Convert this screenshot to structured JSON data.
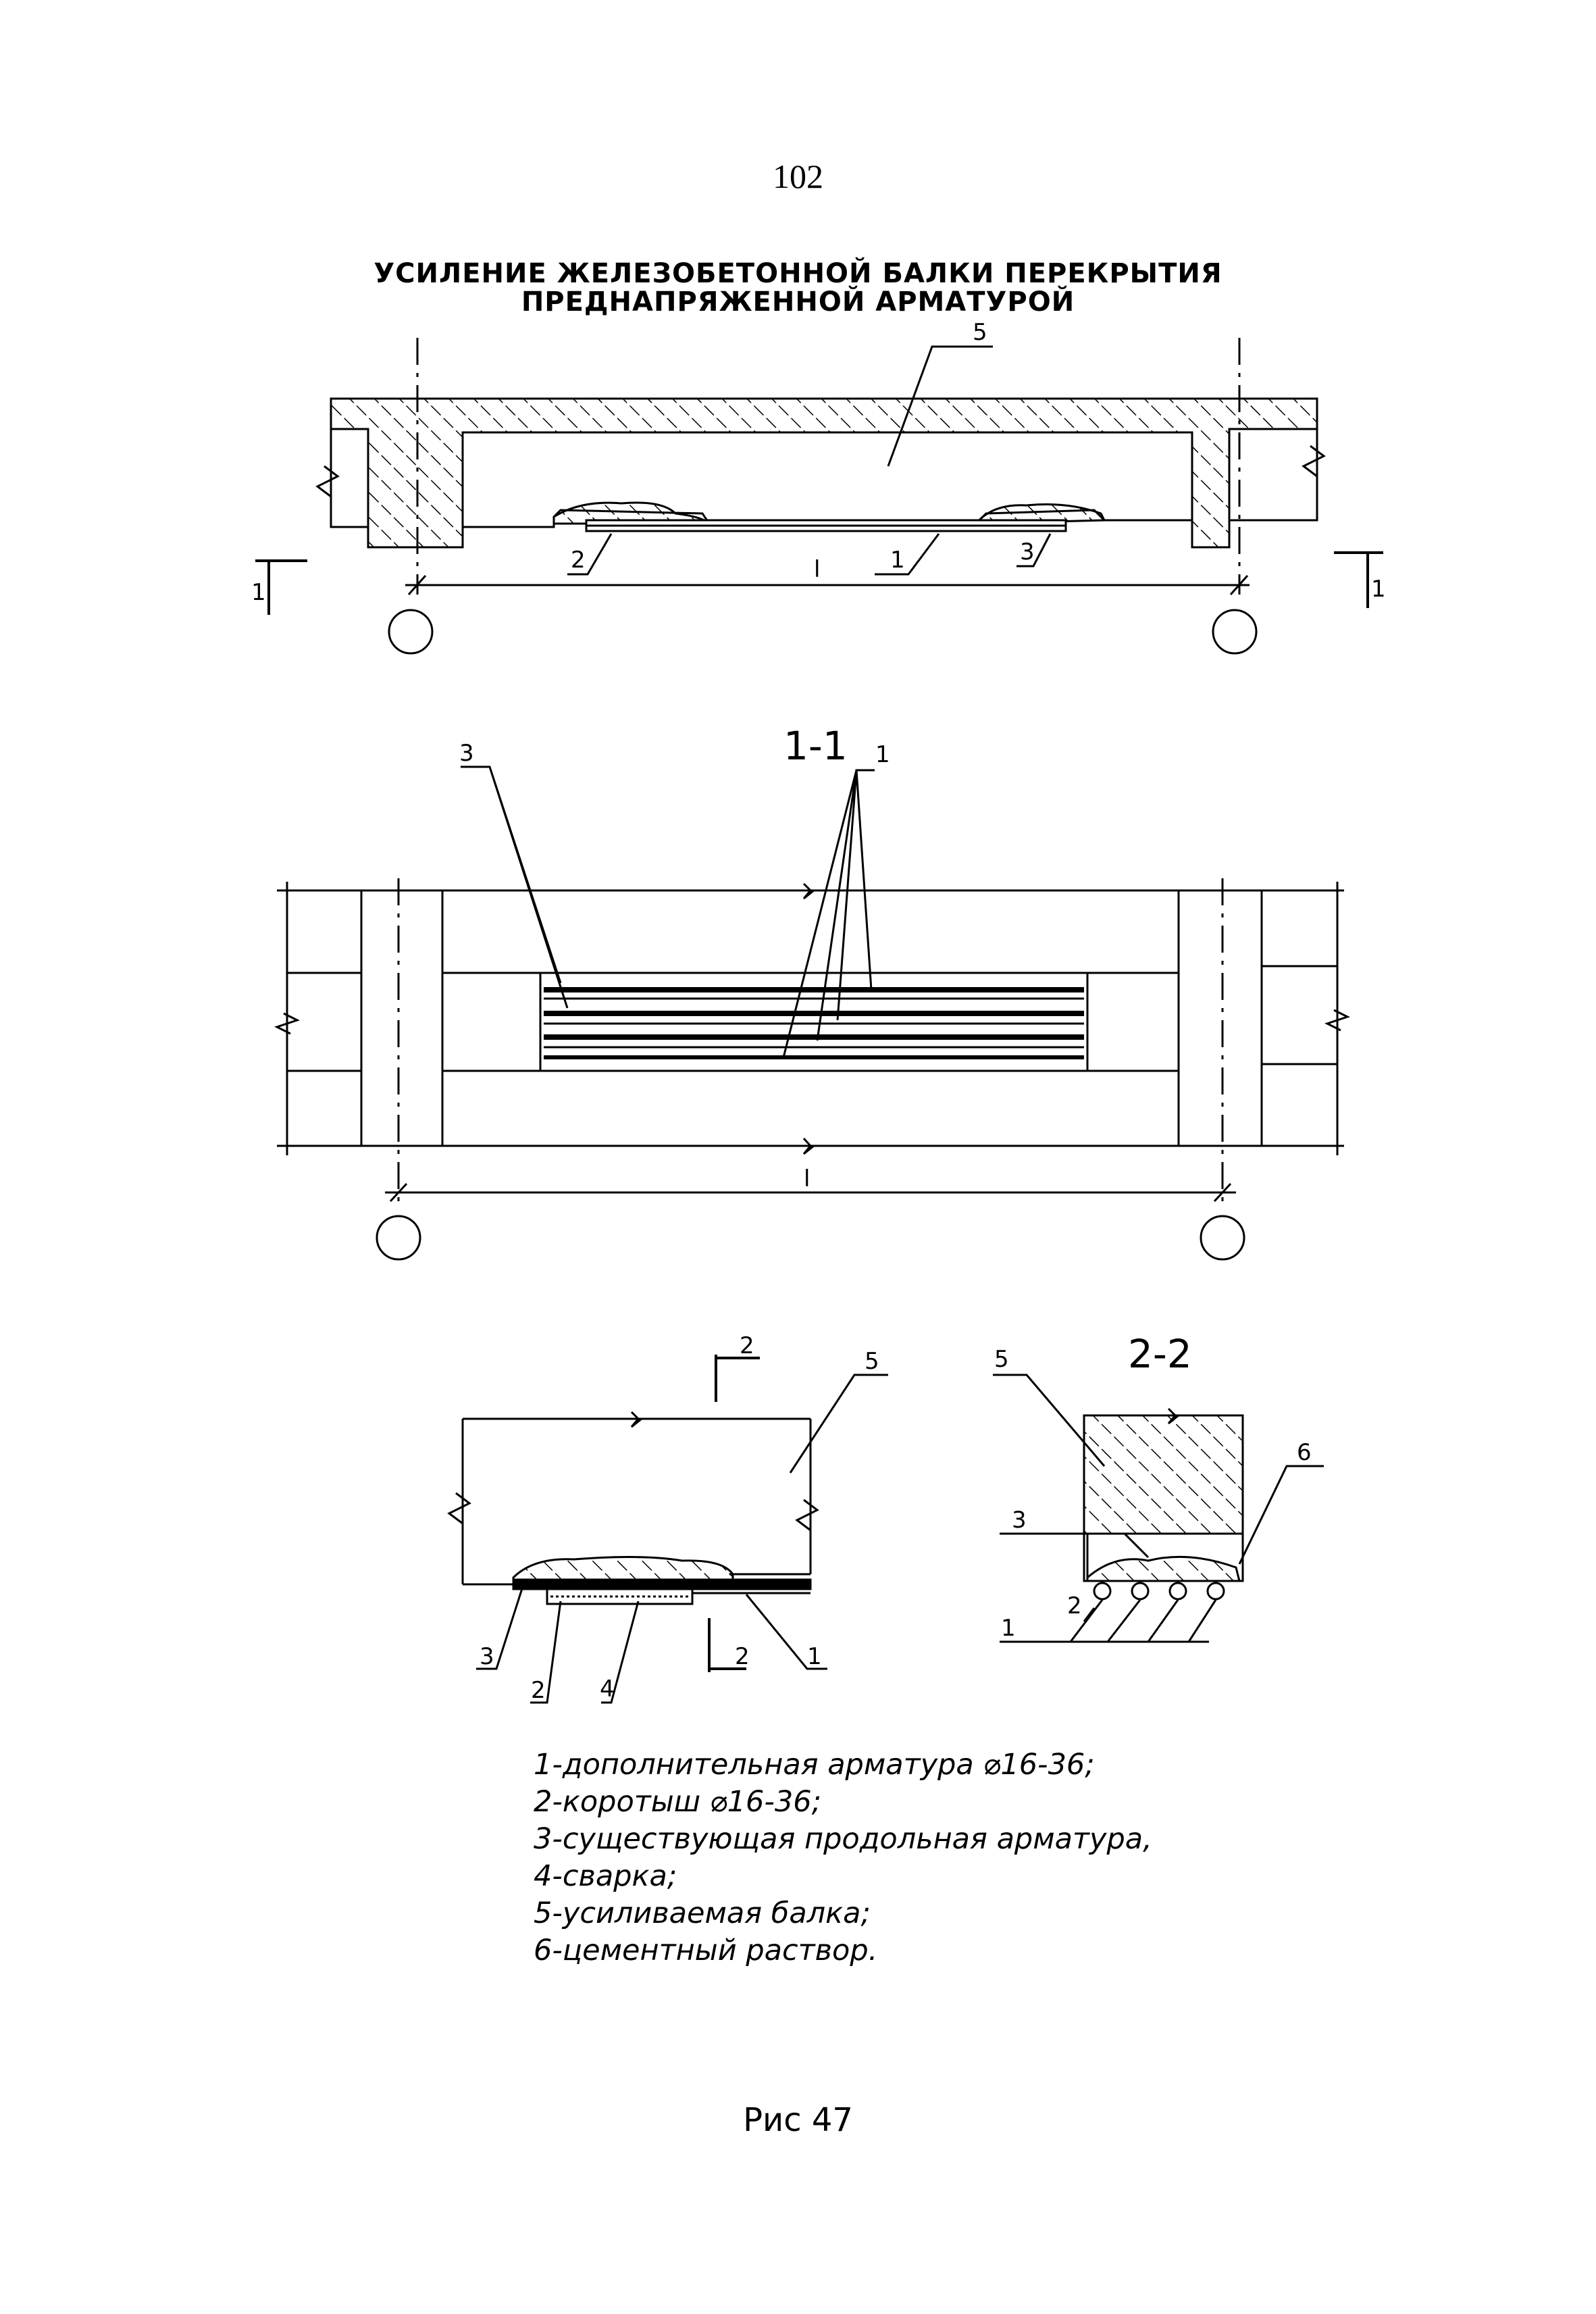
{
  "page_number": "102",
  "title": {
    "line1": "УСИЛЕНИЕ ЖЕЛЕЗОБЕТОННОЙ БАЛКИ ПЕРЕКРЫТИЯ",
    "line2": "ПРЕДНАПРЯЖЕННОЙ АРМАТУРОЙ"
  },
  "elevation": {
    "callouts": [
      "5",
      "1",
      "2",
      "3"
    ],
    "span_label": "l",
    "section_mark": "1"
  },
  "plan": {
    "section_title": "1-1",
    "callouts": [
      "3",
      "1"
    ],
    "span_label": "l"
  },
  "detail": {
    "section_mark": "2",
    "callouts": [
      "5",
      "3",
      "2",
      "4",
      "1"
    ]
  },
  "cross_section": {
    "section_title": "2-2",
    "callouts": [
      "5",
      "6",
      "3",
      "2",
      "1"
    ]
  },
  "legend": [
    "1-дополнительная арматура ⌀16-36;",
    "2-коротыш ⌀16-36;",
    "3-существующая продольная арматура,",
    "4-сварка;",
    "5-усиливаемая балка;",
    "6-цементный раствор."
  ],
  "caption": "Рис 47"
}
